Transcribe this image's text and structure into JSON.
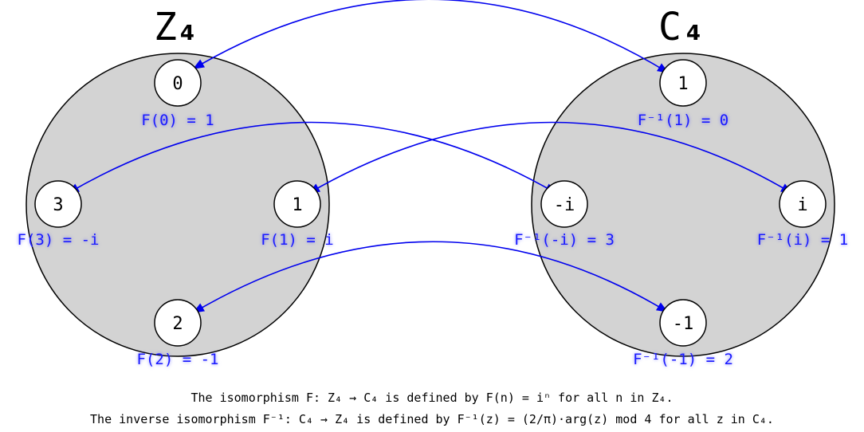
{
  "sets": {
    "left": {
      "title": "Z",
      "title_sub": "4"
    },
    "right": {
      "title": "C",
      "title_sub": "4"
    }
  },
  "elements": {
    "z0": "0",
    "z1": "1",
    "z2": "2",
    "z3": "3",
    "c1": "1",
    "ci": "i",
    "cm1": "-1",
    "cmi": "-i"
  },
  "labels": {
    "f0": "F(0) = 1",
    "f1": "F(1) = i",
    "f2": "F(2) = -1",
    "f3": "F(3) = -i",
    "g1": "F⁻¹(1) = 0",
    "gi": "F⁻¹(i) = 1",
    "gm1": "F⁻¹(-1) = 2",
    "gmi": "F⁻¹(-i) = 3"
  },
  "caption": {
    "line1": "The isomorphism F: Z₄ → C₄ is defined by F(n) = iⁿ for all n in Z₄.",
    "line2": "The inverse isomorphism F⁻¹: C₄ → Z₄ is defined by F⁻¹(z) = (2/π)·arg(z) mod 4 for all z in C₄."
  },
  "colors": {
    "arrow": "#0000ee",
    "label": "#1a1aff",
    "set_fill": "#d3d3d3"
  }
}
